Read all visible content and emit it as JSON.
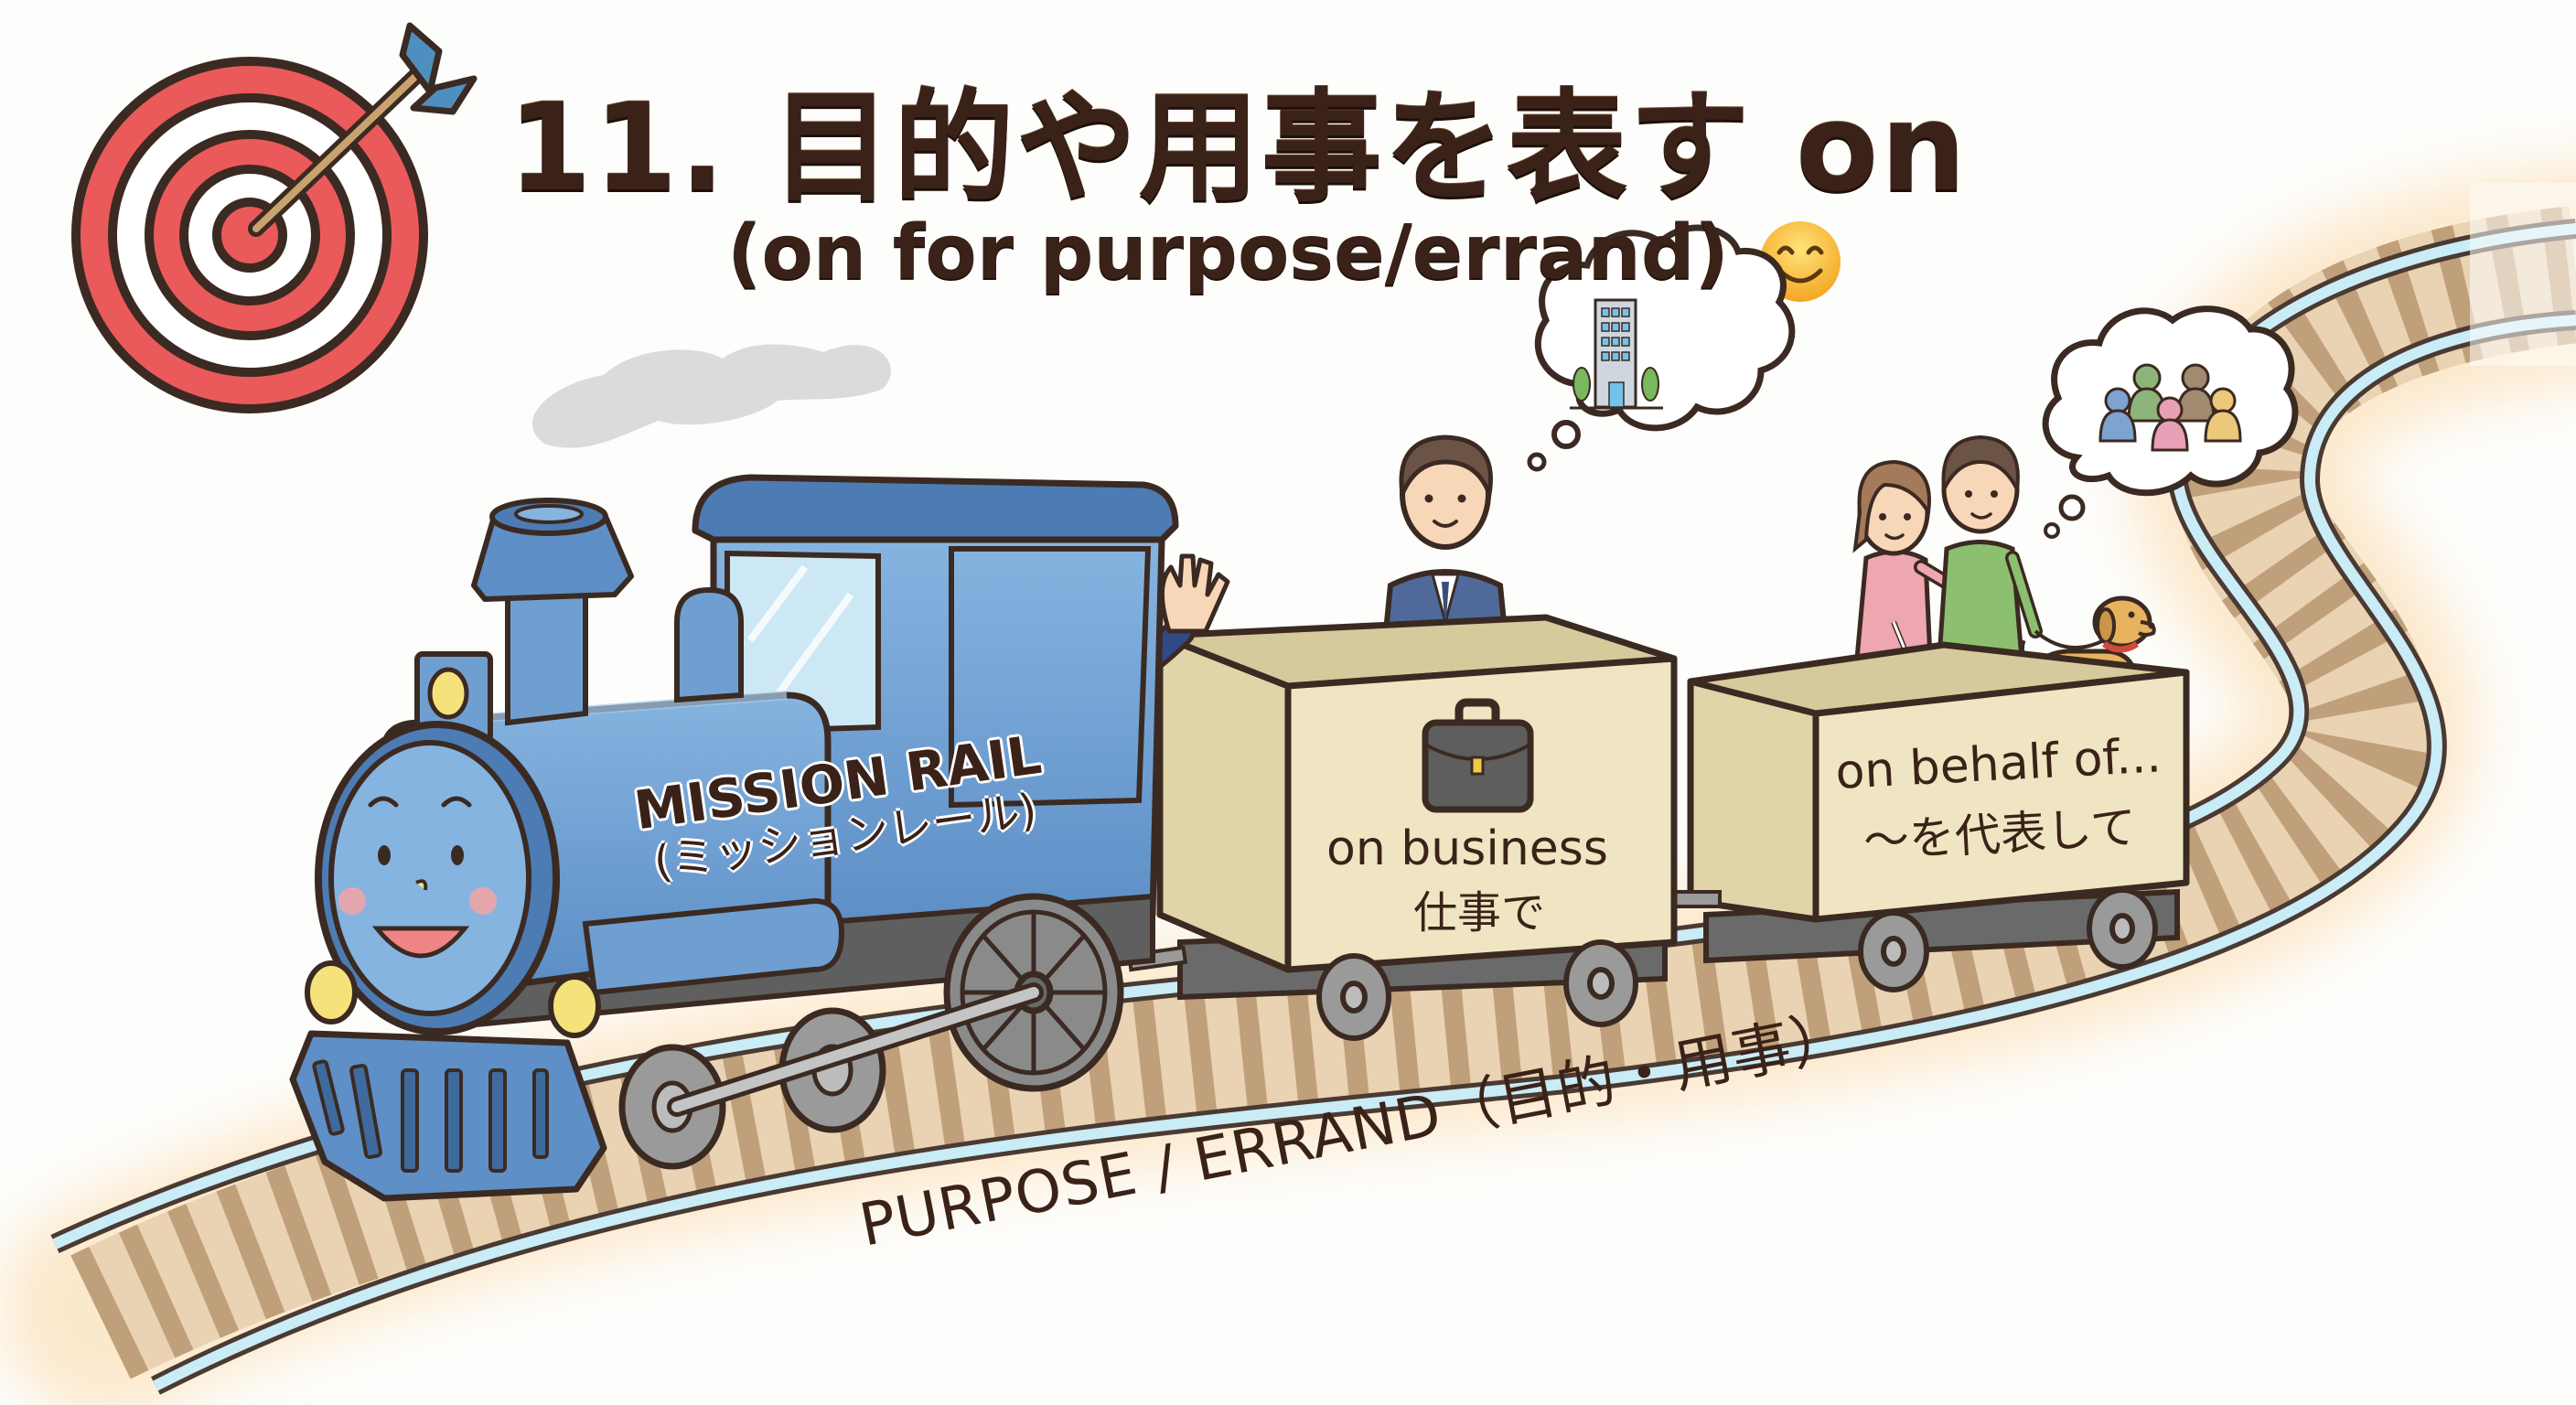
{
  "title": {
    "main": "11. 目的や用事を表す on",
    "subtitle": "(on for purpose/errand)",
    "emoji": "smiling-face"
  },
  "engine": {
    "name": "MISSION RAIL",
    "name_jp": "(ミッションレール)",
    "driver": "waving-conductor"
  },
  "cars": [
    {
      "label_en": "on business",
      "label_jp": "仕事で",
      "icon": "briefcase-icon",
      "passenger": "businessman",
      "thought": "office-building"
    },
    {
      "label_en": "on behalf of...",
      "label_jp": "～を代表して",
      "passenger": "woman-with-cane-and-man-with-guide-dog",
      "thought": "group-of-people"
    }
  ],
  "track": {
    "label": "PURPOSE / ERRAND（目的・用事）"
  },
  "decor": {
    "target": "bullseye-with-arrow",
    "smoke": "steam-puff"
  },
  "colors": {
    "text": "#3a2218",
    "outline": "#3b2a22",
    "engine_blue": "#6f9fd1",
    "engine_dark": "#4c7cb3",
    "car_cream": "#ece2bf",
    "wheel_gray": "#8b8b8b",
    "rail_blue": "#c7e8f2",
    "tie_tan": "#c9aa85",
    "target_red": "#ea5a5a",
    "arrow_blue": "#4f8fbf"
  }
}
